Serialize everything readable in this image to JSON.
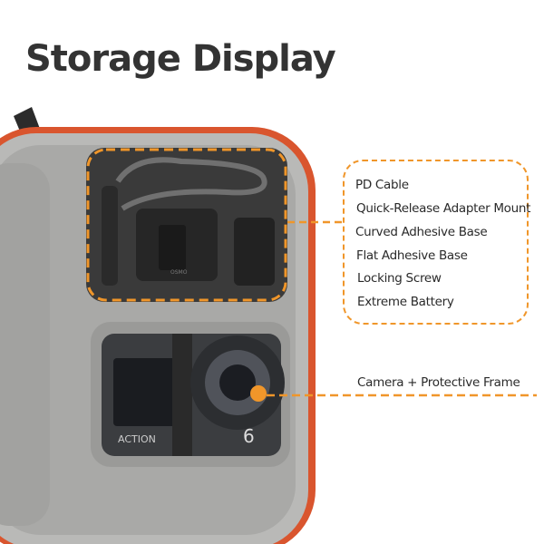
{
  "title": "Storage Display",
  "accessories": {
    "items": [
      "PD Cable",
      "Quick-Release Adapter Mount",
      "Curved Adhesive Base",
      "Flat Adhesive Base",
      "Locking Screw",
      "Extreme Battery"
    ]
  },
  "camera_label": "Camera + Protective Frame",
  "product_marks": {
    "mount_logo": "OSMO",
    "camera_brand": "ACTION",
    "camera_model": "6"
  },
  "colors": {
    "accent": "#f0962a",
    "case_zipper": "#d9552e",
    "case_lining": "#b9b9b7",
    "title": "#333333"
  }
}
